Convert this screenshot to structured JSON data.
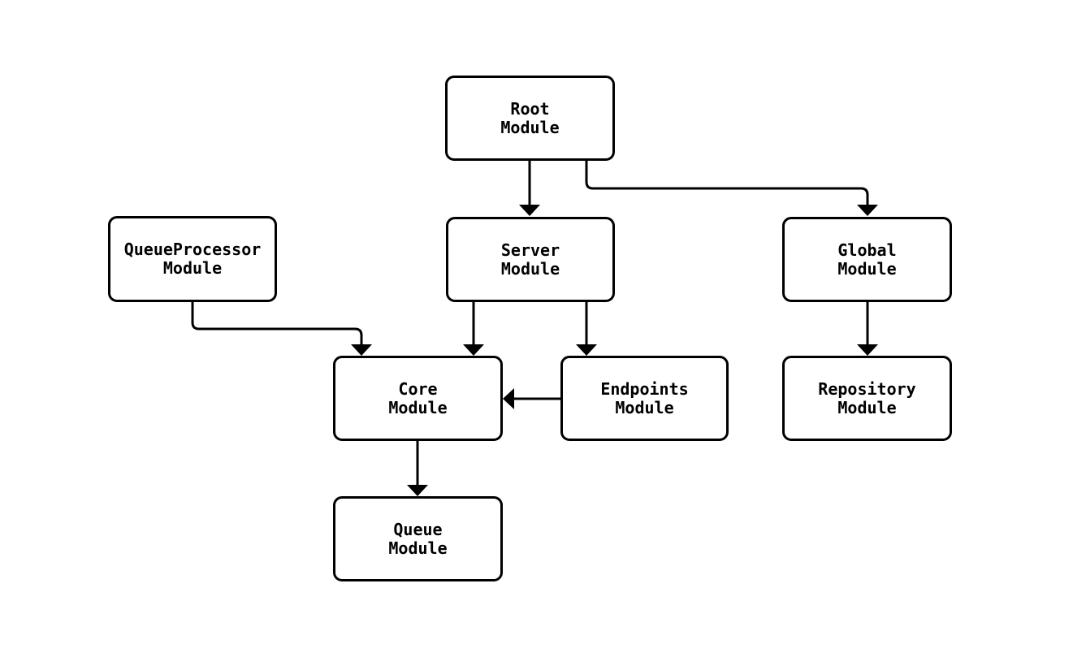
{
  "diagram": {
    "type": "flowchart",
    "background_color": "#ffffff",
    "line_color": "#000000",
    "nodes": {
      "root": {
        "label": "Root\nModule"
      },
      "queueprocessor": {
        "label": "QueueProcessor\nModule"
      },
      "server": {
        "label": "Server\nModule"
      },
      "global": {
        "label": "Global\nModule"
      },
      "core": {
        "label": "Core\nModule"
      },
      "endpoints": {
        "label": "Endpoints\nModule"
      },
      "repository": {
        "label": "Repository\nModule"
      },
      "queue": {
        "label": "Queue\nModule"
      }
    },
    "edges": [
      {
        "from": "root",
        "to": "server"
      },
      {
        "from": "root",
        "to": "global"
      },
      {
        "from": "queueprocessor",
        "to": "core"
      },
      {
        "from": "server",
        "to": "core"
      },
      {
        "from": "server",
        "to": "endpoints"
      },
      {
        "from": "endpoints",
        "to": "core"
      },
      {
        "from": "global",
        "to": "repository"
      },
      {
        "from": "core",
        "to": "queue"
      }
    ]
  }
}
